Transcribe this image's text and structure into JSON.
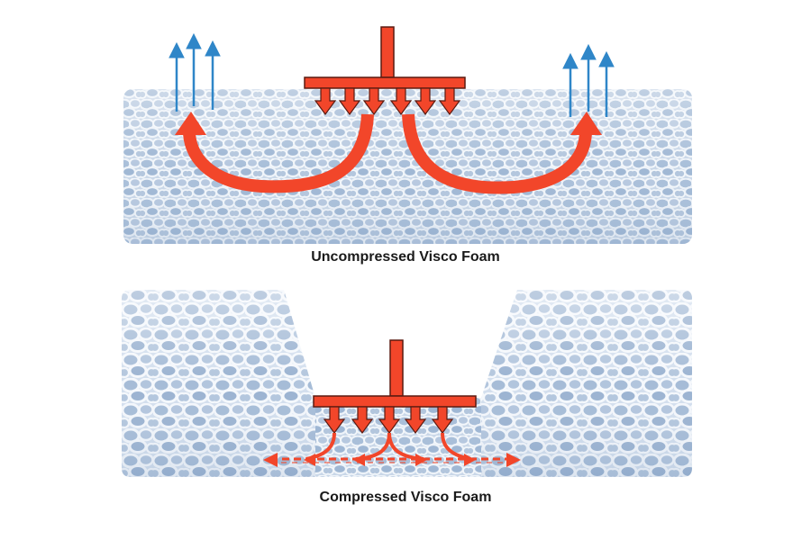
{
  "panels": [
    {
      "caption": "Uncompressed Visco Foam"
    },
    {
      "caption": "Compressed Visco Foam"
    }
  ],
  "colors": {
    "background": "#ffffff",
    "foam_base": "#c9d7e8",
    "foam_cell_edge": "#eef3f9",
    "foam_cell_shadow": "#8ea6c6",
    "force_red": "#f2462a",
    "air_blue": "#2f86c8",
    "caption_text": "#1a1a1a"
  },
  "icons": [
    "downward-force-arrows",
    "air-circulation-arrow",
    "heat-escape-arrow"
  ]
}
